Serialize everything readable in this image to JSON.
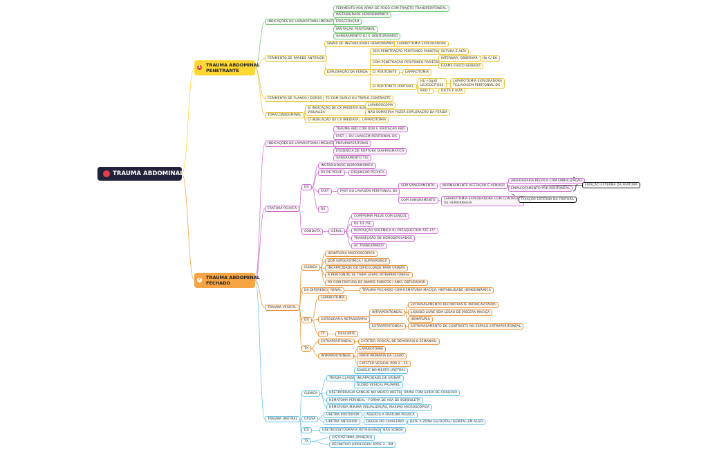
{
  "root": {
    "label": "TRAUMA ABDOMINAL"
  },
  "branches": [
    {
      "num": "1",
      "label": "TRAUMA ABDOMINAL\nPENETRANTE"
    },
    {
      "num": "2",
      "label": "TRAUMA ABDOMINAL\nFECHADO"
    }
  ],
  "nodes": [
    {
      "id": "n1",
      "text": "INDICAÇÕES DE LAPAROTOMIA IMEDIATA",
      "parent": "b1"
    },
    {
      "id": "n2",
      "text": "FERIMENTO POR ARMA DE FOGO COM TRAJETO TRANSPERITONEAL",
      "parent": "n1"
    },
    {
      "id": "n3",
      "text": "INSTABILIDADE HEMODINÂMICA",
      "parent": "n1"
    },
    {
      "id": "n4",
      "text": "EVISCERAÇÃO",
      "parent": "n1"
    },
    {
      "id": "n5",
      "text": "IRRITAÇÃO PERITONEAL",
      "parent": "n1"
    },
    {
      "id": "n6",
      "text": "SANGRAMENTO G.I E GENITURINÁRIO",
      "parent": "n1"
    },
    {
      "id": "n7",
      "text": "FERIMENTO DE PAREDE ANTERIOR",
      "parent": "b1"
    },
    {
      "id": "n8",
      "text": "SINAIS DE INSTABILIDADE HEMODINÂMICA",
      "parent": "n7"
    },
    {
      "id": "n9",
      "text": "LAPAROTOMIA EXPLORADORA",
      "parent": "n8"
    },
    {
      "id": "n10",
      "text": "EXPLORAÇÃO DA FERIDA",
      "parent": "n7"
    },
    {
      "id": "n11",
      "text": "SEM PENETRAÇÃO PERITONEO PARIETAL",
      "parent": "n10"
    },
    {
      "id": "n12",
      "text": "SUTURA E ALTA",
      "parent": "n11"
    },
    {
      "id": "n13",
      "text": "COM PENETRAÇÃO PERITONEO PARIETAL",
      "parent": "n10"
    },
    {
      "id": "n14",
      "text": "INTERNAR, OBSERVAR",
      "parent": "n13"
    },
    {
      "id": "n15",
      "text": "Hb C/ 8H",
      "parent": "n14"
    },
    {
      "id": "n16",
      "text": "EXAME FISICO SERIADO",
      "parent": "n13"
    },
    {
      "id": "n17",
      "text": "C/ PERITONITE",
      "parent": "n10"
    },
    {
      "id": "n18",
      "text": "LAPAROTOMIA",
      "parent": "n17"
    },
    {
      "id": "n19",
      "text": "S/ PERITONITE IRRITAVEL",
      "parent": "n10"
    },
    {
      "id": "n20",
      "text": "Hb +3g/dl\nLEUCOCITOSE",
      "parent": "n19"
    },
    {
      "id": "n21",
      "text": "LAPAROTOMIA EXPLORADORA\nTC/LAVAGEM PERITONIAL DX",
      "parent": "n20"
    },
    {
      "id": "n22",
      "text": "NÃO ?",
      "parent": "n19"
    },
    {
      "id": "n23",
      "text": "DIETA E ALTA",
      "parent": "n22"
    },
    {
      "id": "n24",
      "text": "FERIMENTO DE FLANCO / DORSO",
      "parent": "b1"
    },
    {
      "id": "n25",
      "text": "TC COM DUPLO OU TRIPLO CONTRASTE",
      "parent": "n24"
    },
    {
      "id": "n26",
      "text": "TORACOABDOMINAL",
      "parent": "b1"
    },
    {
      "id": "n27",
      "text": "S/ INDICAÇÃO DE CX IMEDIATA BUS NÃO\nVISUALIZA",
      "parent": "n26"
    },
    {
      "id": "n28",
      "text": "LAPAROSCOPIA",
      "parent": "n27"
    },
    {
      "id": "n29",
      "text": "NÃO SOMATIRIA FAZER EXPLORAÇÃO DA FERIDA",
      "parent": "n27"
    },
    {
      "id": "n30",
      "text": "C/ INDICAÇÃO DE CX IMEDIATA",
      "parent": "n26"
    },
    {
      "id": "n31",
      "text": "LAPAROTOMIA",
      "parent": "n30"
    },
    {
      "id": "p1",
      "text": "INDICAÇÕES DE LAPAROTOMIA IMEDIATA",
      "parent": "b2"
    },
    {
      "id": "p2",
      "text": "TRAUMA ABD COM DOR E IRRITAÇÃO ABD",
      "parent": "p1"
    },
    {
      "id": "p3",
      "text": "FAST + OU LAVAGEM PERITONIAL DX",
      "parent": "p1"
    },
    {
      "id": "p4",
      "text": "PNEUMOPERITONIO",
      "parent": "p1"
    },
    {
      "id": "p5",
      "text": "EVIDENCIA DE RUPTURA DIAFRAGMATICA",
      "parent": "p1"
    },
    {
      "id": "p6",
      "text": "SANGRAMENTO TGI",
      "parent": "p1"
    },
    {
      "id": "p7",
      "text": "FRATURA PELVICA",
      "parent": "b2"
    },
    {
      "id": "p8",
      "text": "DX",
      "parent": "p7"
    },
    {
      "id": "p9",
      "text": "INSTABILIDADE HEMODINÂMICA",
      "parent": "p8"
    },
    {
      "id": "p10",
      "text": "RX DE PELVE",
      "parent": "p8"
    },
    {
      "id": "p11",
      "text": "DISJUNÇÃO PELVICA",
      "parent": "p10"
    },
    {
      "id": "p12",
      "text": "FAST",
      "parent": "p8"
    },
    {
      "id": "p13",
      "text": "FAST OU LAVAGEM PERITONIAL DX",
      "parent": "p12"
    },
    {
      "id": "p14",
      "text": "SEM SANGRAMENTO",
      "parent": "p13"
    },
    {
      "id": "p15",
      "text": "NORMALMENTE AFETAÇÃO É VENOSO",
      "parent": "p14"
    },
    {
      "id": "p16",
      "text": "ANGIOGRAFIA PELVICA COM EMBOLIZAÇÃO",
      "parent": "p15"
    },
    {
      "id": "p17",
      "text": "EMPACOTAMENTO PRE-PERITONEAL",
      "parent": "p15"
    },
    {
      "id": "p18",
      "text": "FIXAÇÃO EXTERNA DA FRATURA",
      "parent": "p15"
    },
    {
      "id": "p19",
      "text": "COM SANGRAMENTO",
      "parent": "p13"
    },
    {
      "id": "p20",
      "text": "LAPAROTOMIA EXPLORADORA COM CONTROLE\nDE HEMORRAGIA",
      "parent": "p19"
    },
    {
      "id": "p21",
      "text": "FIXAÇÃO EXTERNA DA FRATURA",
      "parent": "p20"
    },
    {
      "id": "p22",
      "text": "RX",
      "parent": "p8"
    },
    {
      "id": "p23",
      "text": "CONDUTA",
      "parent": "p7"
    },
    {
      "id": "p24",
      "text": "GERAL",
      "parent": "p23"
    },
    {
      "id": "p25",
      "text": "COMPRIMIR PELVE COM LENÇOL",
      "parent": "p24"
    },
    {
      "id": "p26",
      "text": "DE 10-15L",
      "parent": "p24"
    },
    {
      "id": "p27",
      "text": "REPOSIÇÃO VOLÊMICA RL PREAQUECIDO ATÉ 15°",
      "parent": "p24"
    },
    {
      "id": "p28",
      "text": "TRANSFUSÃO DE HEMODERIVADOS",
      "parent": "p24"
    },
    {
      "id": "p29",
      "text": "AC TRANEXÂMICO",
      "parent": "p24"
    },
    {
      "id": "o1",
      "text": "TRAUMA VESICAL",
      "parent": "b2"
    },
    {
      "id": "o2",
      "text": "CLÍNICA",
      "parent": "o1"
    },
    {
      "id": "o3",
      "text": "HEMATURIA MACROSCÓPICA",
      "parent": "o2"
    },
    {
      "id": "o4",
      "text": "DOR HIPOGASTRICA / SUPRAPUBICA",
      "parent": "o2"
    },
    {
      "id": "o5",
      "text": "INCAPACIDADE OU DIFICULDADE PARA URINAR",
      "parent": "o2"
    },
    {
      "id": "o6",
      "text": "A PERITONITE SE TIVER LESÃO INTRAPERITONEAL",
      "parent": "o2"
    },
    {
      "id": "o7",
      "text": "RX COM FRATURA DE RAMOS PUBICOS / ANEL OBTURADOR",
      "parent": "o2"
    },
    {
      "id": "o8",
      "text": "DX DIFERENCIAL",
      "parent": "o1"
    },
    {
      "id": "o9",
      "text": "RENAL",
      "parent": "o8"
    },
    {
      "id": "o10",
      "text": "TRAUMA FECHADO COM HEMATURIA MACIÇA, INSTABILIDADE HEMODINÂMICA",
      "parent": "o9"
    },
    {
      "id": "o11",
      "text": "DX",
      "parent": "o1"
    },
    {
      "id": "o12",
      "text": "LAPAROTOMIA",
      "parent": "o11"
    },
    {
      "id": "o13",
      "text": "CISTOGRAFIA RETROGRAFIA",
      "parent": "o11"
    },
    {
      "id": "o14",
      "text": "INTRAPERITONEAL",
      "parent": "o13"
    },
    {
      "id": "o15",
      "text": "EXTRAVASAMENTO DECONTRASTE INTRACAVITARIO",
      "parent": "o14"
    },
    {
      "id": "o16",
      "text": "LIQUIDO LIVRE SEM LESÃO DE VÍSCERA MACIÇA",
      "parent": "o14"
    },
    {
      "id": "o17",
      "text": "HEMATURIA",
      "parent": "o14"
    },
    {
      "id": "o18",
      "text": "EXTRAPERITONEAL",
      "parent": "o13"
    },
    {
      "id": "o19",
      "text": "EXTRAVASAMENTO DE CONTRASTE NO ESPAÇO EXTRAPERITONEAL",
      "parent": "o18"
    },
    {
      "id": "o20",
      "text": "TC",
      "parent": "o11"
    },
    {
      "id": "o21",
      "text": "DESCARTE",
      "parent": "o20"
    },
    {
      "id": "o22",
      "text": "TX",
      "parent": "o1"
    },
    {
      "id": "o23",
      "text": "EXTRAPERITONEAL",
      "parent": "o22"
    },
    {
      "id": "o24",
      "text": "CATETER VESICAL DE DEMORA(6-8 SEMANAS)",
      "parent": "o23"
    },
    {
      "id": "o25",
      "text": "INTRAPERITONEAL",
      "parent": "o22"
    },
    {
      "id": "o26",
      "text": "LAPAROTOMIA",
      "parent": "o25"
    },
    {
      "id": "o27",
      "text": "RAFIA PRIMARIA DA LESÃO",
      "parent": "o25"
    },
    {
      "id": "o28",
      "text": "CATETER VESICAL POR 2 - 3S",
      "parent": "o25"
    },
    {
      "id": "u1",
      "text": "TRAUMA URETRAL",
      "parent": "b2"
    },
    {
      "id": "u2",
      "text": "CLÍNICA",
      "parent": "u1"
    },
    {
      "id": "u3",
      "text": "TRIADA CLASSICA",
      "parent": "u2"
    },
    {
      "id": "u4",
      "text": "SANGUE NO MEATO URETRAL",
      "parent": "u3"
    },
    {
      "id": "u5",
      "text": "INCAPACIDADE DE URINAR",
      "parent": "u3"
    },
    {
      "id": "u6",
      "text": "GLOBO VESICAL PALPAVEL",
      "parent": "u3"
    },
    {
      "id": "u7",
      "text": "URETRORRAGIA SANGUE NO MEATO URETRAL",
      "parent": "u2"
    },
    {
      "id": "u8",
      "text": "URINA COM SAÍDA DE COAGULO",
      "parent": "u7"
    },
    {
      "id": "u9",
      "text": "HEMATOMA PERINEAL - FORMA DE ASA DE BORBOLETA",
      "parent": "u2"
    },
    {
      "id": "u10",
      "text": "HEMATURIA MINIMA VISUALIZAÇÃO, MAXIMO MICROSCÓPICA",
      "parent": "u2"
    },
    {
      "id": "u11",
      "text": "CAUSA",
      "parent": "u1"
    },
    {
      "id": "u12",
      "text": "URETRA POSTERIOR",
      "parent": "u11"
    },
    {
      "id": "u13",
      "text": "ASSOCIA A FRATURA PELVICA",
      "parent": "u12"
    },
    {
      "id": "u14",
      "text": "URETRA ANTERIOR",
      "parent": "u11"
    },
    {
      "id": "u15",
      "text": "QUEDA DO CAVALEIRO",
      "parent": "u14"
    },
    {
      "id": "u16",
      "text": "BATE A ZONA ESCROTAL/ GENITAL EM ALGO",
      "parent": "u15"
    },
    {
      "id": "u17",
      "text": "DX",
      "parent": "u1"
    },
    {
      "id": "u18",
      "text": "URETROCISTOGRAFIA RETROGRADA",
      "parent": "u17"
    },
    {
      "id": "u19",
      "text": "NÃO SONDA",
      "parent": "u18"
    },
    {
      "id": "u20",
      "text": "TX",
      "parent": "u1"
    },
    {
      "id": "u21",
      "text": "CISTOSTOMIA (PUNÇÃO)",
      "parent": "u20"
    },
    {
      "id": "u22",
      "text": "DEFINITIVO (UROLOGIA) APÓS 3 - 6M",
      "parent": "u20"
    }
  ],
  "colors": {
    "root": "#1f2238",
    "root_dot": "#e83d48",
    "branch1": "#ffd633",
    "branch2": "#f7a444",
    "green": "#74c474",
    "yellow": "#e8c63c",
    "purple": "#cf72cf",
    "orange": "#e69540",
    "blue": "#6ec4e4"
  }
}
